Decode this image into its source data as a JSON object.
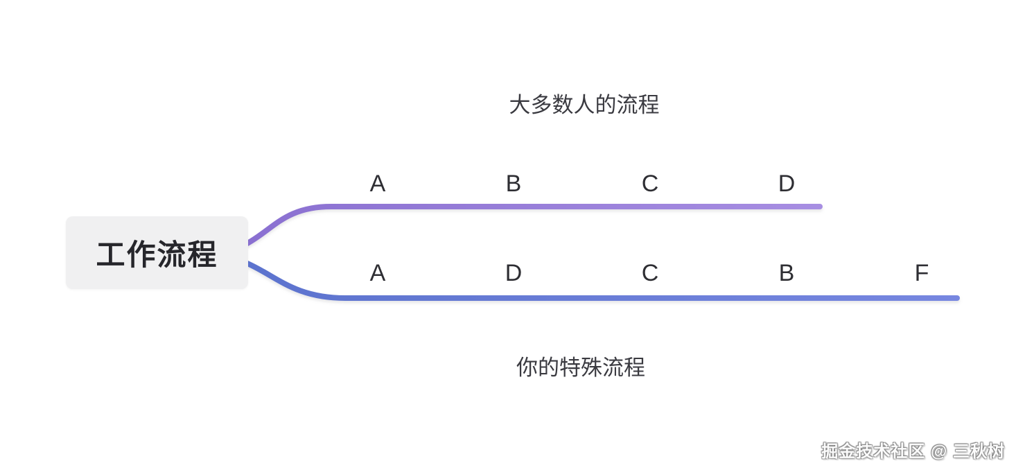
{
  "root_node": {
    "label": "工作流程"
  },
  "top_branch": {
    "title": "大多数人的流程",
    "steps": [
      "A",
      "B",
      "C",
      "D"
    ],
    "line_color_start": "#8a70d1",
    "line_color_end": "#a78ee2"
  },
  "bottom_branch": {
    "title": "你的特殊流程",
    "steps": [
      "A",
      "D",
      "C",
      "B",
      "F"
    ],
    "line_color_start": "#5c73ce",
    "line_color_end": "#7787e0"
  },
  "watermark": {
    "text": "掘金技术社区 @ 三秋树"
  }
}
